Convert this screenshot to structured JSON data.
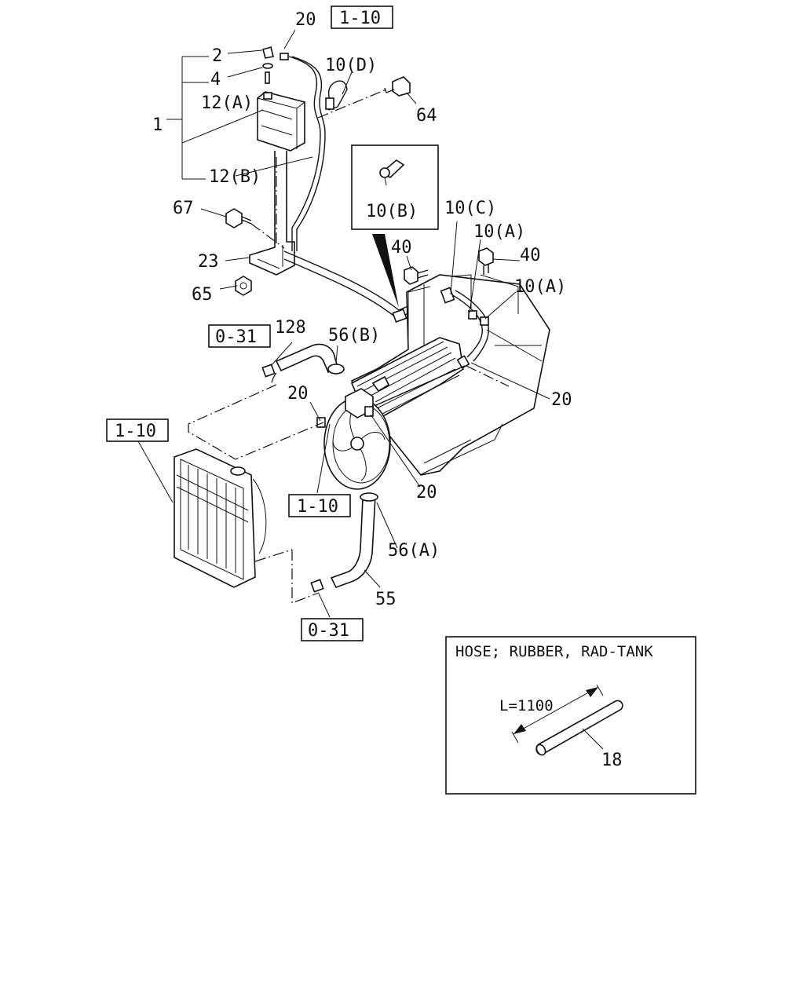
{
  "labels": {
    "l20_top": "20",
    "l2": "2",
    "l4": "4",
    "l12a": "12(A)",
    "l1": "1",
    "l12b": "12(B)",
    "l10d": "10(D)",
    "l64": "64",
    "l10b": "10(B)",
    "l67": "67",
    "l23": "23",
    "l65": "65",
    "l40a": "40",
    "l10c": "10(C)",
    "l10a1": "10(A)",
    "l40b": "40",
    "l10a2": "10(A)",
    "l128": "128",
    "l56b": "56(B)",
    "l20_mid": "20",
    "l20_right": "20",
    "l20_lower": "20",
    "l56a": "56(A)",
    "l55": "55",
    "l18": "18"
  },
  "refs": {
    "r1_10_top": "1-10",
    "r0_31_top": "0-31",
    "r1_10_left": "1-10",
    "r1_10_mid": "1-10",
    "r0_31_bottom": "0-31"
  },
  "hose_spec": {
    "title": "HOSE; RUBBER, RAD-TANK",
    "length": "L=1100"
  }
}
